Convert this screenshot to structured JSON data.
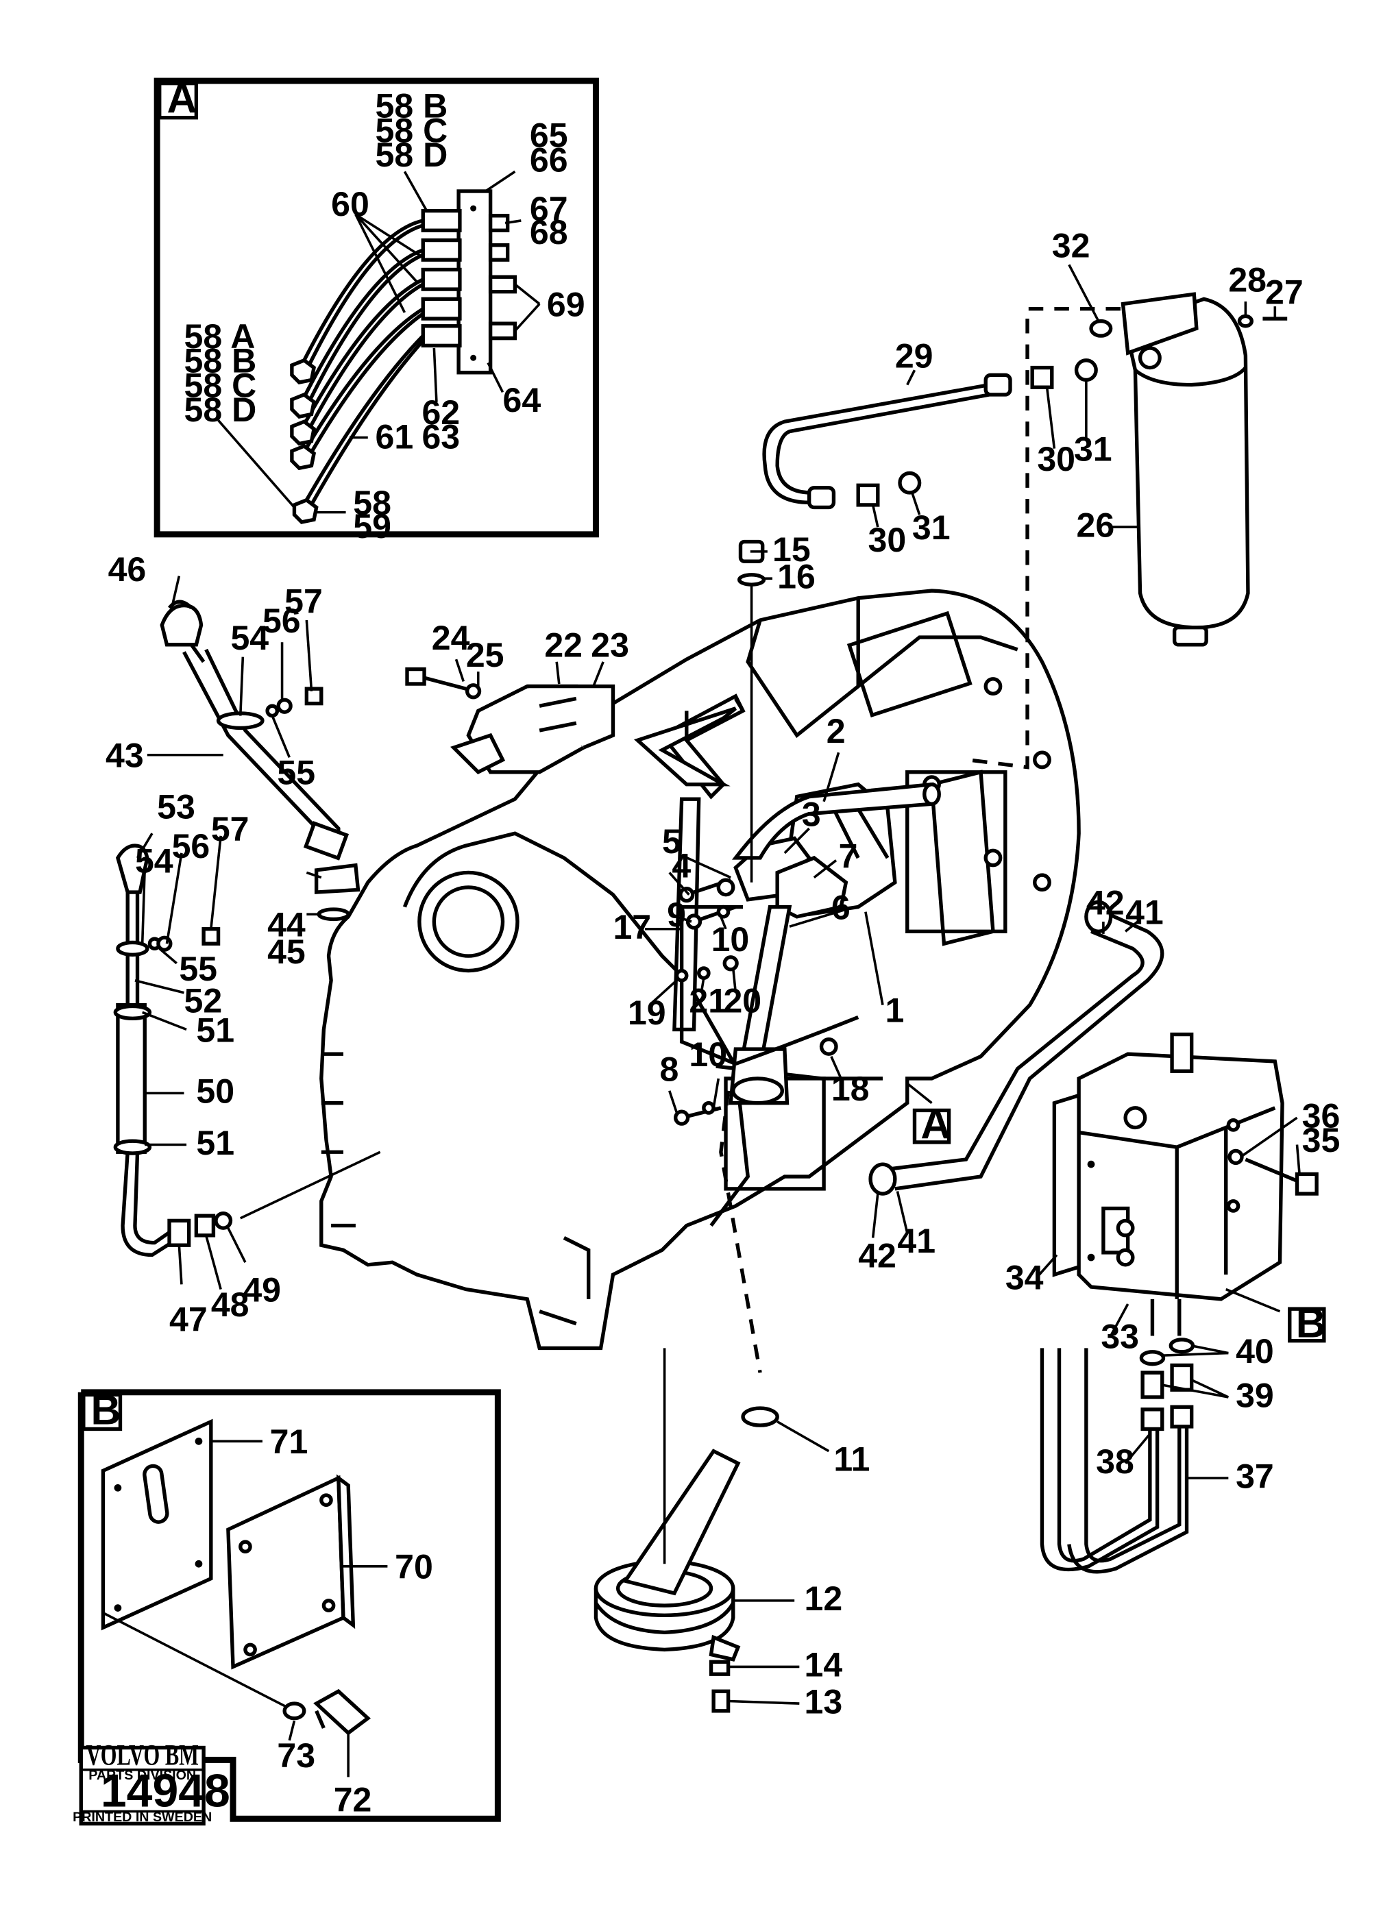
{
  "drawing": {
    "callouts": {
      "c1": "1",
      "c2": "2",
      "c3": "3",
      "c4": "4",
      "c5": "5",
      "c6": "6",
      "c7": "7",
      "c8": "8",
      "c9": "9",
      "c10a": "10",
      "c10b": "10",
      "c11": "11",
      "c12": "12",
      "c13": "13",
      "c14": "14",
      "c15": "15",
      "c16": "16",
      "c17": "17",
      "c18": "18",
      "c19": "19",
      "c20": "20",
      "c21": "21",
      "c22": "22",
      "c23": "23",
      "c24": "24",
      "c25": "25",
      "c26": "26",
      "c27": "27",
      "c28": "28",
      "c29": "29",
      "c30a": "30",
      "c30b": "30",
      "c31a": "31",
      "c31b": "31",
      "c32": "32",
      "c33": "33",
      "c34": "34",
      "c35": "35",
      "c36": "36",
      "c37": "37",
      "c38": "38",
      "c39": "39",
      "c40": "40",
      "c41a": "41",
      "c41b": "41",
      "c42a": "42",
      "c42b": "42",
      "c43": "43",
      "c44": "44",
      "c45": "45",
      "c46": "46",
      "c47": "47",
      "c48": "48",
      "c49": "49",
      "c50": "50",
      "c51a": "51",
      "c51b": "51",
      "c52": "52",
      "c53": "53",
      "c54a": "54",
      "c54b": "54",
      "c55a": "55",
      "c55b": "55",
      "c56a": "56",
      "c56b": "56",
      "c57a": "57",
      "c57b": "57"
    },
    "detail_markers": {
      "a": "A",
      "b": "B"
    }
  },
  "detail_a": {
    "label": "A",
    "callouts": {
      "c58b_top": "58 B",
      "c58c_top": "58 C",
      "c58d_top": "58 D",
      "c65": "65",
      "c66": "66",
      "c60": "60",
      "c67": "67",
      "c68": "68",
      "c69": "69",
      "c58a": "58 A",
      "c58b": "58 B",
      "c58c": "58 C",
      "c58d": "58 D",
      "c62": "62",
      "c63": "63",
      "c64": "64",
      "c61": "61",
      "c58": "58",
      "c59": "59"
    }
  },
  "detail_b": {
    "label": "B",
    "callouts": {
      "c71": "71",
      "c70": "70",
      "c73": "73",
      "c72": "72"
    }
  },
  "stamp": {
    "brand": "VOLVO BM",
    "division": "PARTS DIVISION",
    "number": "14948",
    "printed": "PRINTED IN SWEDEN"
  }
}
